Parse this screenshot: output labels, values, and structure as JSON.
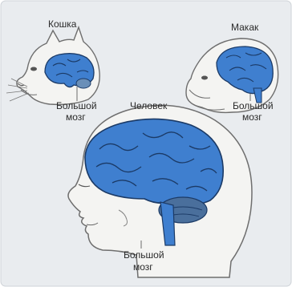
{
  "diagram": {
    "labels": {
      "cat": "Кошка",
      "macaque": "Макак",
      "human": "Человек",
      "cat_brain_1": "Большой",
      "cat_brain_2": "мозг",
      "macaque_brain_1": "Большой",
      "macaque_brain_2": "мозг",
      "human_brain_1": "Большой",
      "human_brain_2": "мозг"
    },
    "colors": {
      "background": "#e9ecef",
      "cerebrum": "#3f7fcf",
      "cerebrum_stroke": "#1b3a66",
      "head_outline": "#6e6e6e",
      "head_fill": "#f4f4f2"
    }
  }
}
